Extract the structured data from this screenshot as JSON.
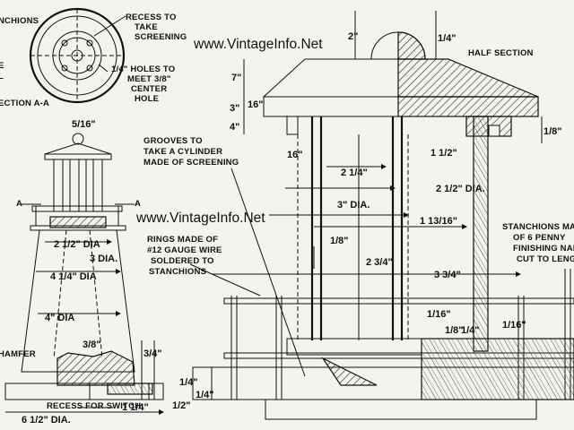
{
  "watermarks": [
    "www.VintageInfo.Net",
    "www.VintageInfo.Net"
  ],
  "labels": {
    "stanchions_top": "NCHIONS",
    "recess": [
      "RECESS TO",
      "TAKE",
      "SCREENING"
    ],
    "holes": [
      "1/4\" HOLES TO",
      "MEET 3/8\"",
      "CENTER",
      "HOLE"
    ],
    "section_aa": "ECTION A-A",
    "left_e": "E",
    "left_l": "L",
    "half_section": "HALF SECTION",
    "grooves": [
      "GROOVES TO",
      "TAKE A CYLINDER",
      "MADE OF SCREENING"
    ],
    "rings": [
      "RINGS MADE OF",
      "#12 GAUGE WIRE",
      "SOLDERED TO",
      "STANCHIONS"
    ],
    "stanchions_right": [
      "STANCHIONS MA",
      "OF 6 PENNY",
      "FINISHING NAIL",
      "CUT TO LENGT"
    ],
    "chamfer": "HAMFER",
    "recess_switch": "RECESS FOR SWITCH",
    "a_left": "A",
    "a_right": "A"
  },
  "dims": {
    "d_2": "2\"",
    "d_1_4_top": "1/4\"",
    "d_7": "7\"",
    "d_16a": "16\"",
    "d_3": "3\"",
    "d_16b": "16\"",
    "d_4": "4\"",
    "d_1_8r": "1/8\"",
    "d_1_16": "1/16\"",
    "d_1_2": "1 1/2\"",
    "d_2_1_4": "2 1/4\"",
    "d_2_1_2dia": "2 1/2\" DIA.",
    "d_3dia": "3\" DIA.",
    "d_1_13_16": "1 13/16\"",
    "d_1_8m": "1/8\"",
    "d_2_3_4": "2 3/4\"",
    "d_3_3_4": "3 3/4\"",
    "d_5_16": "5/16\"",
    "d_2_5dia": "2 1/2\" DIA",
    "d_3dia_l": "3 DIA.",
    "d_4_1_4dia": "4 1/4\" DIA",
    "d_4dia": "4\" DIA",
    "d_6_1_2dia": "6 1/2\" DIA.",
    "d_1_4_bot": "1 1/4\"",
    "d_3_8": "3/8\"",
    "d_3_4": "3/4\"",
    "d_1_6": "1/16\"",
    "d_1_8_bot": "1/8\"",
    "d_1_4_b": "1/4\"",
    "d_1_16_b": "1/16\"",
    "d_1_4_c": "1/4\"",
    "d_1_4_d": "1/4\"",
    "d_1_2_bot": "1/2\""
  }
}
